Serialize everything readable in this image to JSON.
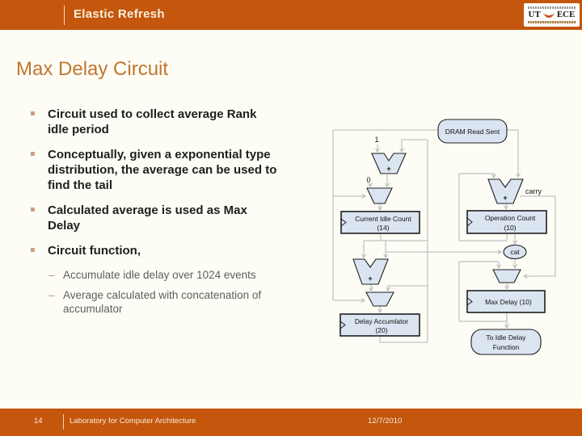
{
  "header": {
    "title": "Elastic Refresh",
    "logo": {
      "text_left": "UT",
      "text_right": "ECE"
    }
  },
  "slide": {
    "title": "Max Delay Circuit"
  },
  "bullets_meta": {
    "dash": "–"
  },
  "bullets": [
    {
      "level": 1,
      "text": "Circuit used to collect average Rank idle period"
    },
    {
      "level": 1,
      "text": "Conceptually, given a exponential type distribution, the average can be used to find the tail"
    },
    {
      "level": 1,
      "text": "Calculated average is used as Max Delay"
    },
    {
      "level": 1,
      "text": "Circuit function,"
    },
    {
      "level": 2,
      "text": "Accumulate idle delay over 1024 events"
    },
    {
      "level": 2,
      "text": "Average calculated with concatenation of accumulator"
    }
  ],
  "diagram": {
    "dram_label": "DRAM Read Sent",
    "one": "1",
    "zero": "0",
    "plus": "+",
    "carry_label": "carry",
    "cat_label": "cat",
    "reg_idle_line1": "Current Idle Count",
    "reg_idle_line2": "(14)",
    "reg_op_line1": "Operation Count",
    "reg_op_line2": "(10)",
    "reg_acc_line1": "Delay Accumlator",
    "reg_acc_line2": "(20)",
    "reg_max_label": "Max Delay (10)",
    "out_line1": "To Idle Delay",
    "out_line2": "Function"
  },
  "footer": {
    "page": "14",
    "left": "Laboratory for Computer Architecture",
    "date": "12/7/2010"
  },
  "colors": {
    "accent": "#C4560D",
    "title": "#C1762D",
    "bullet_marker": "#C9A183",
    "node_fill": "#DBE5F1",
    "wire": "#B4B4B4"
  }
}
